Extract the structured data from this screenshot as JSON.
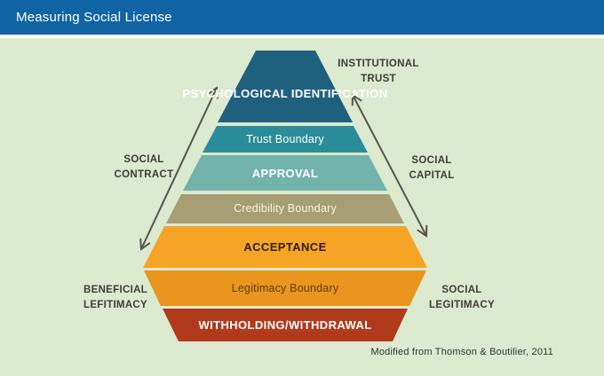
{
  "header": {
    "title": "Measuring Social License"
  },
  "pyramid": {
    "layers": [
      {
        "id": "psychological-identification",
        "kind": "level",
        "label": "PSYCHOLOGICAL IDENTIFICATION",
        "color": "#20607f",
        "text_color": "#ffffff"
      },
      {
        "id": "trust-boundary",
        "kind": "boundary",
        "label": "Trust Boundary",
        "color": "#2b8d99",
        "text_color": "#ffffff"
      },
      {
        "id": "approval",
        "kind": "level",
        "label": "APPROVAL",
        "color": "#72b4ab",
        "text_color": "#ffffff"
      },
      {
        "id": "credibility-boundary",
        "kind": "boundary",
        "label": "Credibility Boundary",
        "color": "#a79e73",
        "text_color": "#f6f2e3"
      },
      {
        "id": "acceptance",
        "kind": "level",
        "label": "ACCEPTANCE",
        "color": "#f6a426",
        "text_color": "#2d1d0e"
      },
      {
        "id": "legitimacy-boundary",
        "kind": "boundary",
        "label": "Legitimacy Boundary",
        "color": "#e9951e",
        "text_color": "#5e3d15"
      },
      {
        "id": "withholding-withdrawal",
        "kind": "level",
        "label": "WITHHOLDING/WITHDRAWAL",
        "color": "#b23a1c",
        "text_color": "#ffffff"
      }
    ]
  },
  "annotations": {
    "social_contract": "SOCIAL CONTRACT",
    "beneficial_lefitimacy": "BENEFICIAL LEFITIMACY",
    "institutional_trust": "INSTITUTIONAL TRUST",
    "social_capital": "SOCIAL CAPITAL",
    "social_legitimacy": "SOCIAL LEGITIMACY"
  },
  "caption": "Modified from Thomson & Boutilier, 2011",
  "colors": {
    "header_bg": "#1164a4",
    "canvas_bg": "#dcead0",
    "arrow": "#56544b"
  }
}
